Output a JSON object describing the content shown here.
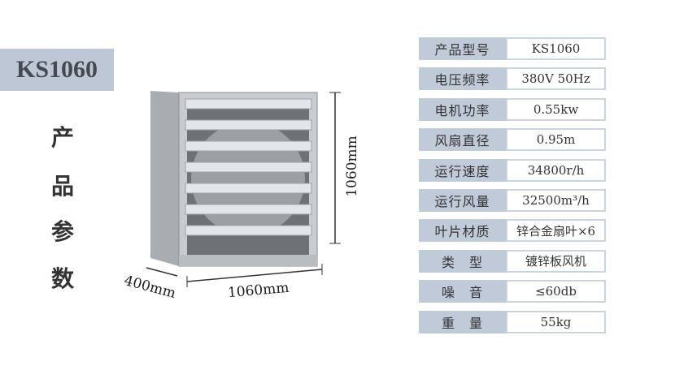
{
  "model_badge": "KS1060",
  "side_title": [
    "产",
    "品",
    "参",
    "数"
  ],
  "dimensions": {
    "height": "1060mm",
    "width": "1060mm",
    "depth": "400mm"
  },
  "specs": [
    {
      "label": "产品型号",
      "value": "KS1060"
    },
    {
      "label": "电压频率",
      "value": "380V 50Hz"
    },
    {
      "label": "电机功率",
      "value": "0.55kw"
    },
    {
      "label": "风扇直径",
      "value": "0.95m"
    },
    {
      "label": "运行速度",
      "value": "34800r/h"
    },
    {
      "label": "运行风量",
      "value": "32500m³/h"
    },
    {
      "label": "叶片材质",
      "value": "锌合金扇叶×6"
    },
    {
      "label": "类　型",
      "value": "镀锌板风机"
    },
    {
      "label": "噪　音",
      "value": "≤60db"
    },
    {
      "label": "重　量",
      "value": "55kg"
    }
  ]
}
